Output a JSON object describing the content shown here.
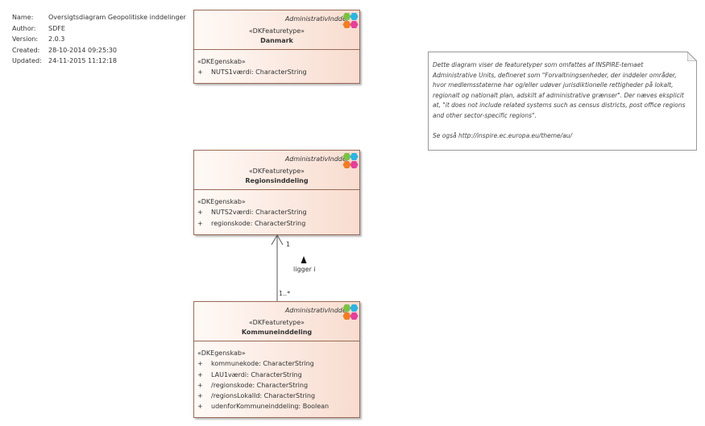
{
  "meta": {
    "rows": [
      {
        "key": "Name:",
        "value": "Oversigtsdiagram Geopolitiske inddelinger"
      },
      {
        "key": "Author:",
        "value": "SDFE"
      },
      {
        "key": "Version:",
        "value": "2.0.3"
      },
      {
        "key": "Created:",
        "value": "28-10-2014 09:25:30"
      },
      {
        "key": "Updated:",
        "value": "24-11-2015 11:12:18"
      }
    ]
  },
  "classes": {
    "danmark": {
      "package": "AdministrativInddel",
      "stereotype": "«DKFeaturetype»",
      "name": "Danmark",
      "section": "«DKEgenskab»",
      "attributes": [
        {
          "vis": "+",
          "text": "NUTS1værdi: CharacterString"
        }
      ]
    },
    "regions": {
      "package": "AdministrativInddel",
      "stereotype": "«DKFeaturetype»",
      "name": "Regionsinddeling",
      "section": "«DKEgenskab»",
      "attributes": [
        {
          "vis": "+",
          "text": "NUTS2værdi: CharacterString"
        },
        {
          "vis": "+",
          "text": "regionskode: CharacterString"
        }
      ]
    },
    "kommune": {
      "package": "AdministrativInddel",
      "stereotype": "«DKFeaturetype»",
      "name": "Kommuneinddeling",
      "section": "«DKEgenskab»",
      "attributes": [
        {
          "vis": "+",
          "text": "kommunekode: CharacterString"
        },
        {
          "vis": "+",
          "text": "LAU1værdi: CharacterString"
        },
        {
          "vis": "+",
          "text": "/regionskode: CharacterString"
        },
        {
          "vis": "+",
          "text": "/regionsLokalId: CharacterString"
        },
        {
          "vis": "+",
          "text": "udenforKommuneinddeling: Boolean"
        }
      ]
    }
  },
  "association": {
    "name": "ligger i",
    "multiplicity_target": "1",
    "multiplicity_source": "1..*"
  },
  "note": {
    "line1": "Dette diagram viser de featuretyper som omfattes af INSPIRE-temaet",
    "line2": "Administrative Units, defineret som \"Forvaltningsenheder, der inddeler områder,",
    "line3": "hvor medlemsstaterne har og/eller udøver jurisdiktionelle rettigheder på lokalt,",
    "line4": "regionalt og nationalt plan, adskilt af administrative grænser\". Der næves eksplicit",
    "line5": "at, \"it does not include related systems such as census districts, post office regions",
    "line6": "and other sector-specific regions\".",
    "line7": "Se også http://inspire.ec.europa.eu/theme/au/"
  },
  "colors": {
    "box_border": "#9a6a55",
    "box_gradient_start": "#fffaf7",
    "box_gradient_end": "#f8dccf"
  }
}
